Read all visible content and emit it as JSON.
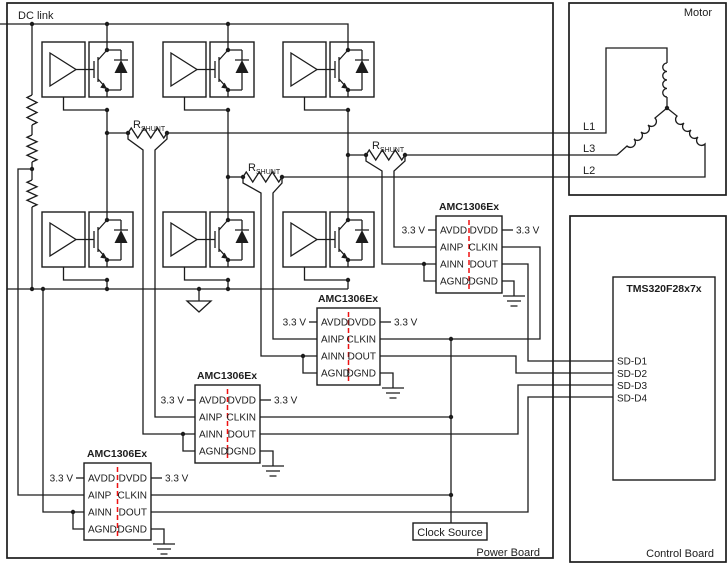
{
  "dc_link_label": "DC link",
  "boards": {
    "power": "Power Board",
    "control": "Control Board"
  },
  "motor": {
    "label": "Motor",
    "phase_l1": "L1",
    "phase_l3": "L3",
    "phase_l2": "L2"
  },
  "shunt_label": {
    "base": "R",
    "sub": "SHUNT"
  },
  "amc": {
    "title": "AMC1306Ex",
    "supply": "3.3 V",
    "left_pins": [
      "AVDD",
      "AINP",
      "AINN",
      "AGND"
    ],
    "right_pins": [
      "DVDD",
      "CLKIN",
      "DOUT",
      "DGND"
    ]
  },
  "controller": {
    "title": "TMS320F28x7x",
    "pins": [
      "SD-D1",
      "SD-D2",
      "SD-D3",
      "SD-D4"
    ]
  },
  "clock_source_label": "Clock Source",
  "colors": {
    "wire": "#1c1c1c",
    "isolation": "#ee1111"
  }
}
